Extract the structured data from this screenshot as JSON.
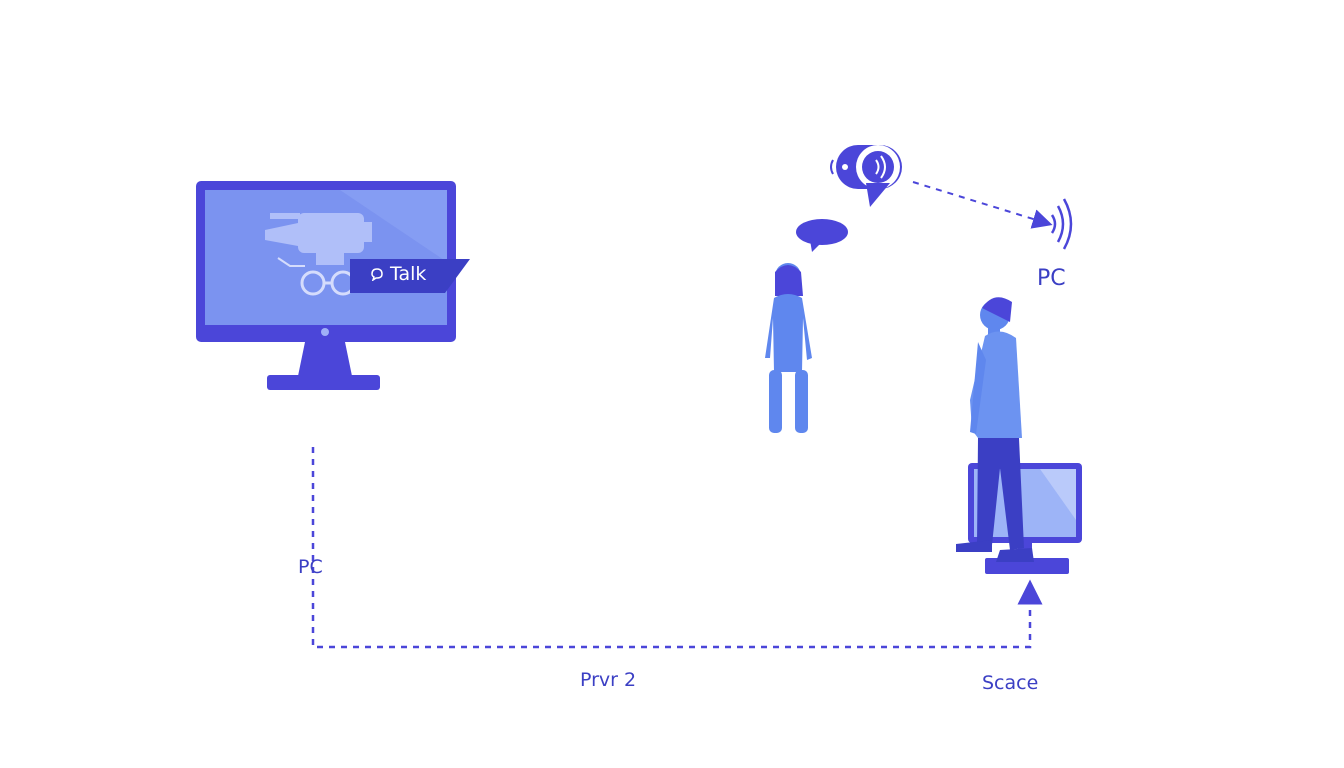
{
  "colors": {
    "primary": "#4b46d9",
    "screen": "#7b93f0",
    "person": "#5f87ee",
    "accent_dark": "#3b3fc4",
    "background": "#ffffff"
  },
  "labels": {
    "pc_left": "PC",
    "pc_right": "PC",
    "bottom_path": "Prvr 2",
    "bottom_right": "Scace"
  },
  "monitor": {
    "talk_badge": "Talk",
    "talk_icon": "speech-icon",
    "screen_icon": "camera-robot-icon"
  },
  "icons": [
    "speaker-icon",
    "speech-bubble-icon",
    "sound-waves-icon",
    "person-icon",
    "monitor-icon",
    "arrow-up-icon"
  ]
}
